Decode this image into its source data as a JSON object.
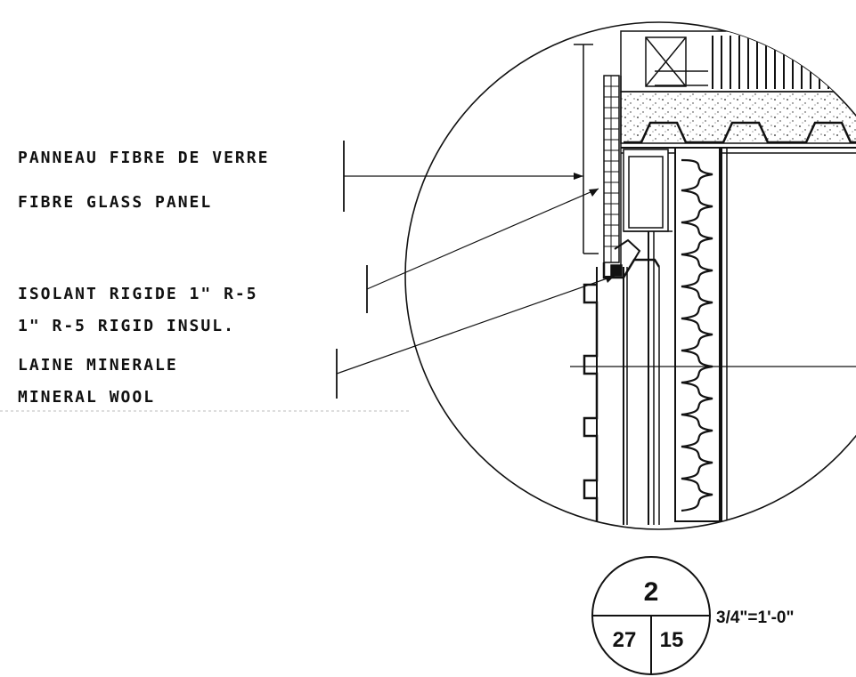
{
  "labels": {
    "panel_fr": "PANNEAU FIBRE DE VERRE",
    "panel_en": "FIBRE GLASS PANEL",
    "rigid_fr": "ISOLANT RIGIDE 1\" R-5",
    "rigid_en": "1\" R-5 RIGID INSUL.",
    "wool_fr": "LAINE MINERALE",
    "wool_en": "MINERAL WOOL"
  },
  "detail_bubble": {
    "number": "2",
    "sheet": "27",
    "ref": "15",
    "scale": "3/4\"=1'-0\""
  },
  "colors": {
    "ink": "#111111",
    "paper": "#ffffff"
  }
}
